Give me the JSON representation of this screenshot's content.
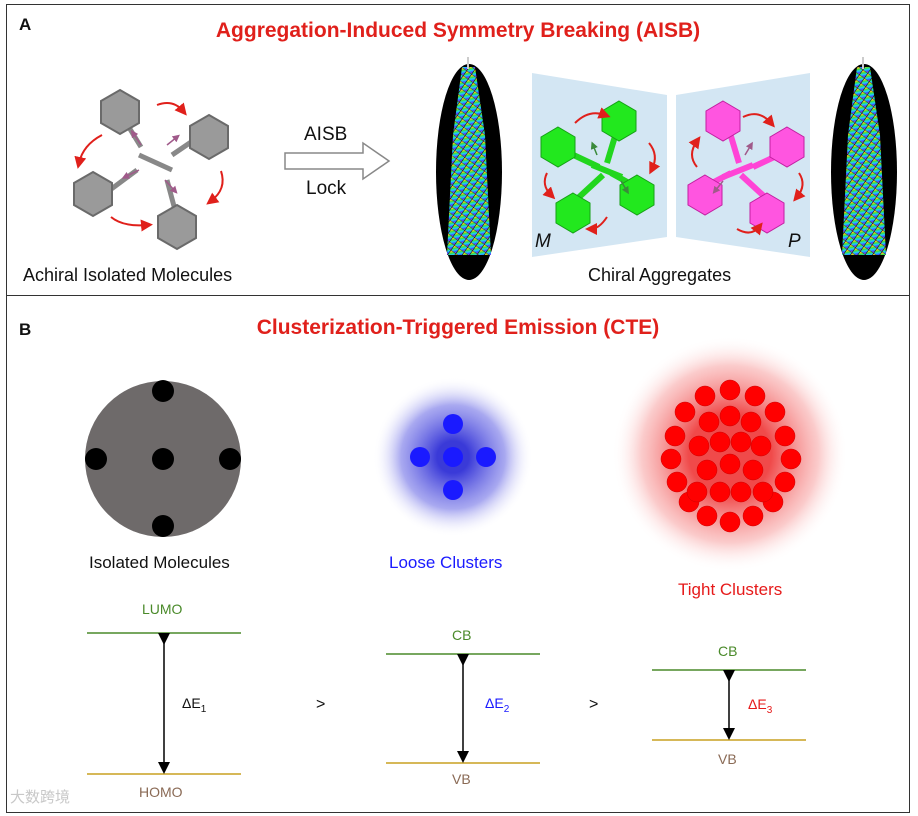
{
  "panel_a": {
    "label": "A",
    "title": "Aggregation-Induced Symmetry  Breaking (AISB)",
    "title_color": "#e0201b",
    "arrow_top_label": "AISB",
    "arrow_bottom_label": "Lock",
    "left_caption": "Achiral Isolated Molecules",
    "right_caption": "Chiral Aggregates",
    "m_label": "M",
    "p_label": "P",
    "colors": {
      "achiral": "#9a9a9a",
      "m_enantiomer": "#22d61e",
      "p_enantiomer": "#ff44d6",
      "arrow": "#e0201b",
      "wedge": "#d3e6f3"
    }
  },
  "panel_b": {
    "label": "B",
    "title": "Clusterization-Triggered Emission (CTE)",
    "title_color": "#e0201b",
    "isolated": {
      "caption": "Isolated Molecules",
      "color": "#111111"
    },
    "loose": {
      "caption": "Loose Clusters",
      "color": "#1a1aff"
    },
    "tight": {
      "caption": "Tight Clusters",
      "color": "#e61a1a"
    },
    "energy": {
      "level1_top": "LUMO",
      "level1_bottom": "HOMO",
      "level2_top": "CB",
      "level2_bottom": "VB",
      "level3_top": "CB",
      "level3_bottom": "VB",
      "delta_symbol": "ΔE",
      "sub1": "1",
      "sub2": "2",
      "sub3": "3",
      "gt": ">",
      "top_line_color": "#4a8a2a",
      "bottom_line_color": "#c8a020",
      "top_label_color": "#4a8a2a",
      "bottom_label_color": "#8a6a55"
    }
  },
  "watermark": "大数跨境"
}
